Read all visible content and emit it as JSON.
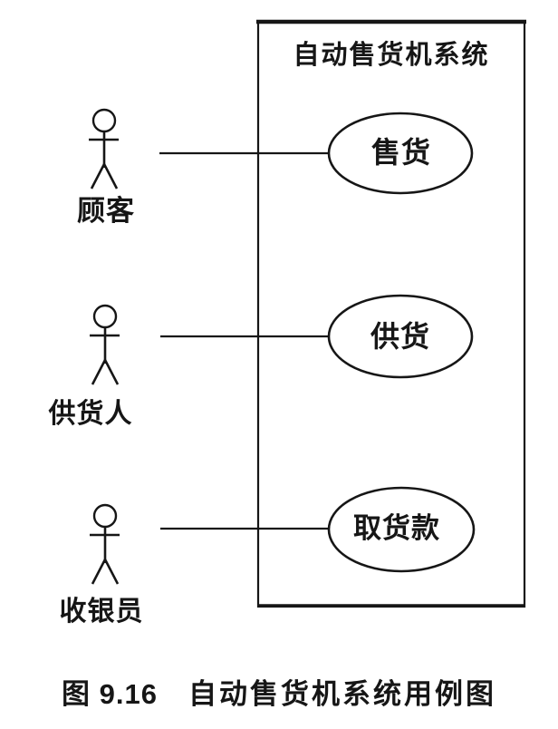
{
  "diagram": {
    "type": "uml-use-case-diagram",
    "system_title": "自动售货机系统",
    "actors": [
      {
        "name": "顾客"
      },
      {
        "name": "供货人"
      },
      {
        "name": "收银员"
      }
    ],
    "use_cases": [
      {
        "label": "售货"
      },
      {
        "label": "供货"
      },
      {
        "label": "取货款"
      }
    ],
    "associations": [
      {
        "from": "顾客",
        "to": "售货"
      },
      {
        "from": "供货人",
        "to": "供货"
      },
      {
        "from": "收银员",
        "to": "取货款"
      }
    ]
  },
  "caption": {
    "figure_number": "图 9.16",
    "figure_title": "自动售货机系统用例图"
  },
  "colors": {
    "ink": "#161616",
    "background": "#ffffff"
  }
}
